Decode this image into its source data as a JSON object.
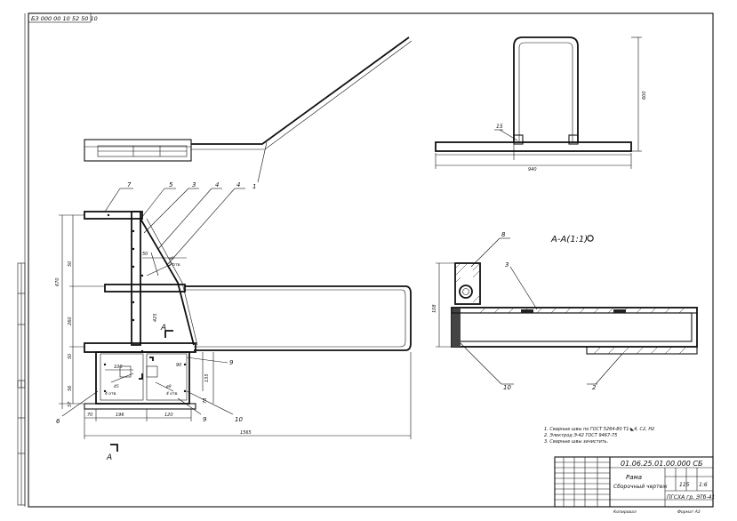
{
  "doc_number_rotated": "БЗ 000 00 10 52 50 10",
  "main_view": {
    "callouts": [
      "7",
      "5",
      "3",
      "4",
      "4",
      "1"
    ],
    "dims_left": [
      "50",
      "670",
      "260",
      "50",
      "56",
      "57"
    ],
    "dims_bottom": [
      "70",
      "196",
      "120",
      "1565"
    ],
    "dims_inner": [
      "50",
      "425",
      "100",
      "45",
      "4 отв.",
      "ø9",
      "2 отв.",
      "90",
      "ø9",
      "4 отв.",
      "135",
      "78"
    ],
    "callouts_bottom": [
      "9",
      "6",
      "9",
      "10"
    ],
    "section_mark_top": "A",
    "section_mark_bottom": "A"
  },
  "top_right_view": {
    "dim_height": "600",
    "dim_width": "940",
    "callout": "15"
  },
  "section_view": {
    "title": "А-А(1:1)",
    "dim_left": "108",
    "callouts": [
      "8",
      "3",
      "10",
      "2"
    ]
  },
  "notes": [
    "1. Сварные швы по ГОСТ 5264-80 Т1-◣4, С2, Н2",
    "2. Электрод Э-42 ГОСТ 9467-75",
    "3. Сварные швы зачистить."
  ],
  "title_block": {
    "designation": "01.06.25.01.00.000 СБ",
    "name": "Рама",
    "subtitle": "Сборочный чертеж",
    "mass": "115",
    "scale": "1:6",
    "organization": "ПГСХА гр. ЭТб-41",
    "bottom_left": "Копировал",
    "bottom_right": "Формат А3"
  }
}
